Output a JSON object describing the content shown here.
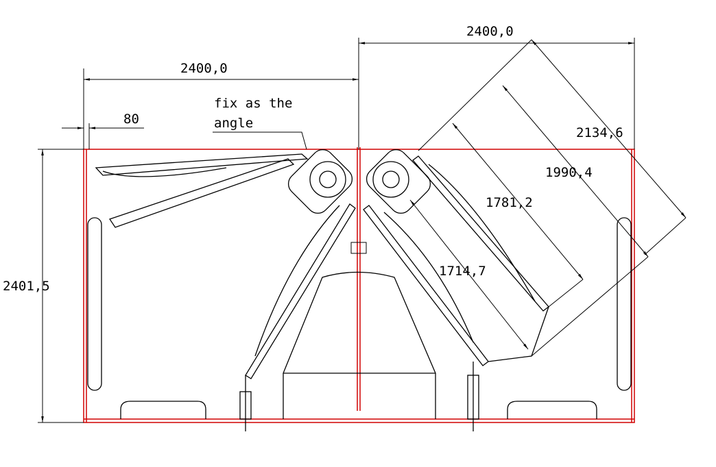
{
  "drawing": {
    "dimensions": {
      "width_left": "2400,0",
      "width_right": "2400,0",
      "offset": "80",
      "height": "2401,5",
      "diag_outer": "2134,6",
      "diag_2": "1990,4",
      "diag_3": "1781,2",
      "diag_inner": "1714,7"
    },
    "note": {
      "line1": "fix as the",
      "line2": "angle"
    },
    "colors": {
      "frame": "#d00000",
      "lines": "#000000"
    }
  }
}
